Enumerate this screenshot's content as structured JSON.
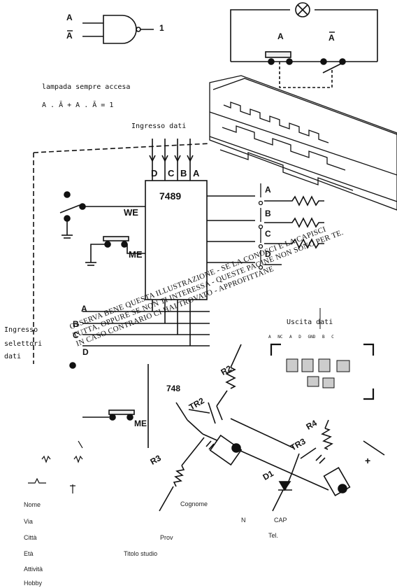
{
  "gate": {
    "in1": "A",
    "in2": "A",
    "out": "1"
  },
  "lamp_circuit": {
    "switch_a": "A",
    "switch_not_a": "A"
  },
  "truth": {
    "caption": "lampada sempre accesa",
    "equation": "A . Ā + A . Ā = 1"
  },
  "memory": {
    "data_input_label": "Ingresso dati",
    "inputs": [
      "D",
      "C",
      "B",
      "A"
    ],
    "chip": "7489",
    "we": "WE",
    "me": "ME",
    "outputs": [
      "A",
      "B",
      "C",
      "D"
    ],
    "address_lines": [
      "A",
      "B",
      "C",
      "D"
    ],
    "selector_label": [
      "Ingresso",
      "selettori",
      "dati"
    ],
    "chip2": "748",
    "me2": "ME"
  },
  "output_panel": {
    "title": "Uscita dati",
    "pins": "A NC A D GND B C"
  },
  "transistors": {
    "r2": "R2",
    "tr2": "TR2",
    "r3": "R3",
    "r4": "R4",
    "tr3": "TR3",
    "d1": "D1"
  },
  "overlay": [
    "OSSERVA BENE QUESTA ILLUSTRAZIONE - SE LA CONOSCI E LA CAPISCI",
    "TUTTA, OPPURE SE NON TI INTERESSA - QUESTE PAGINE NON SONO PER TE.",
    "IN CASO CONTRARIO CI HAI TROVATO - APPROFITTANE"
  ],
  "form": {
    "nome": "Nome",
    "cognome": "Cognome",
    "via": "Via",
    "n": "N",
    "cap": "CAP",
    "citta": "Città",
    "prov": "Prov",
    "tel": "Tel.",
    "eta": "Età",
    "titolo": "Titolo studio",
    "attivita": "Attività",
    "hobby": "Hobby"
  }
}
